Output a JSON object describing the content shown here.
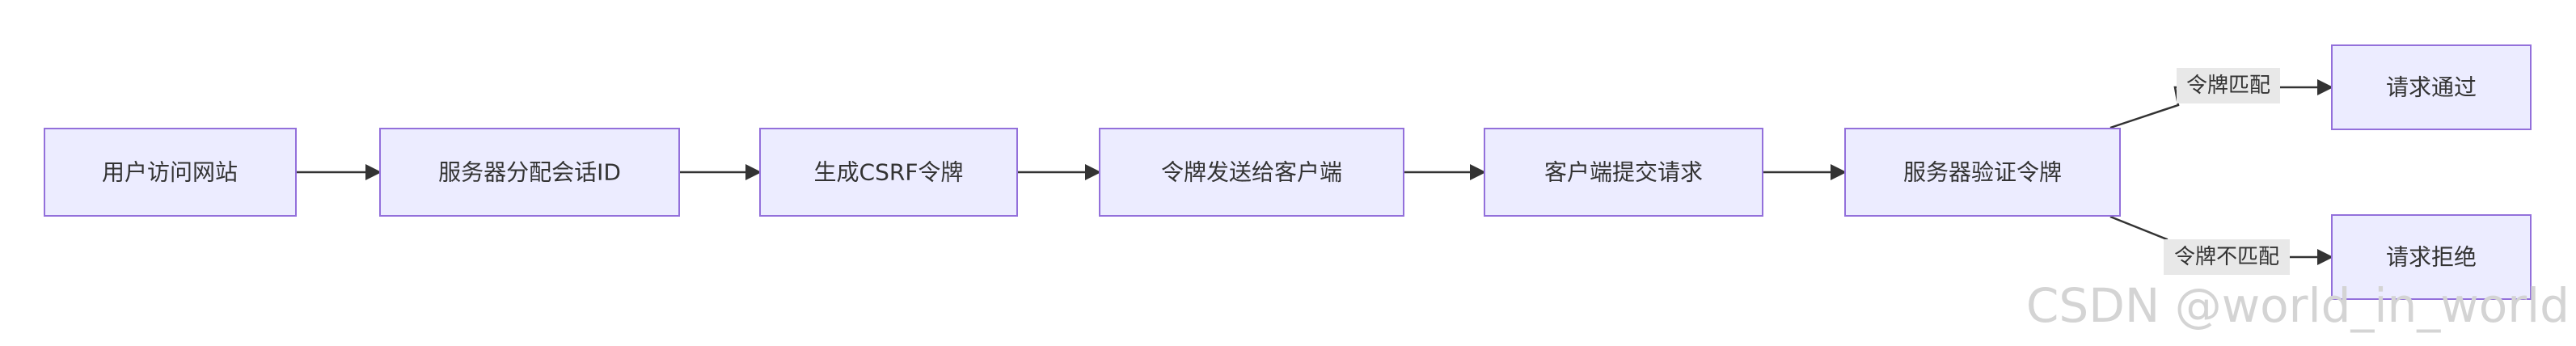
{
  "diagram": {
    "type": "flowchart",
    "direction": "left-to-right",
    "colors": {
      "node_fill": "#ececff",
      "node_stroke": "#9370db",
      "edge": "#333333",
      "label_bg": "#e8e8e8",
      "text": "#333333",
      "watermark": "#d4d4d4"
    },
    "nodes": [
      {
        "id": "n1",
        "label": "用户访问网站"
      },
      {
        "id": "n2",
        "label": "服务器分配会话ID"
      },
      {
        "id": "n3",
        "label": "生成CSRF令牌"
      },
      {
        "id": "n4",
        "label": "令牌发送给客户端"
      },
      {
        "id": "n5",
        "label": "客户端提交请求"
      },
      {
        "id": "n6",
        "label": "服务器验证令牌"
      },
      {
        "id": "n7",
        "label": "请求通过"
      },
      {
        "id": "n8",
        "label": "请求拒绝"
      }
    ],
    "edges": [
      {
        "from": "n1",
        "to": "n2",
        "label": ""
      },
      {
        "from": "n2",
        "to": "n3",
        "label": ""
      },
      {
        "from": "n3",
        "to": "n4",
        "label": ""
      },
      {
        "from": "n4",
        "to": "n5",
        "label": ""
      },
      {
        "from": "n5",
        "to": "n6",
        "label": ""
      },
      {
        "from": "n6",
        "to": "n7",
        "label": "令牌匹配"
      },
      {
        "from": "n6",
        "to": "n8",
        "label": "令牌不匹配"
      }
    ]
  },
  "watermark": "CSDN @world_in_world"
}
